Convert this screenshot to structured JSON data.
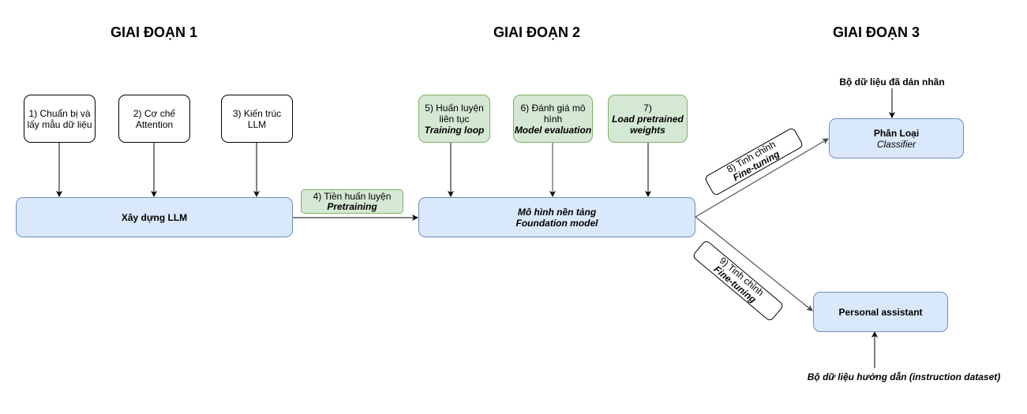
{
  "stages": [
    {
      "title": "GIAI ĐOẠN 1"
    },
    {
      "title": "GIAI ĐOẠN 2"
    },
    {
      "title": "GIAI ĐOẠN 3"
    }
  ],
  "stage1": {
    "inputs": [
      {
        "line1": "1) Chuẩn bị và",
        "line2": "lấy mẫu dữ liệu"
      },
      {
        "line1": "2) Cơ chế",
        "line2": "Attention"
      },
      {
        "line1": "3) Kiến trúc",
        "line2": "LLM"
      }
    ],
    "main_box": "Xây dựng LLM"
  },
  "pretraining_edge": {
    "line1": "4) Tiền huấn luyện",
    "line2": "Pretraining"
  },
  "stage2": {
    "inputs": [
      {
        "line1": "5) Huấn luyện",
        "line2": "liên tục",
        "line3": "Training loop"
      },
      {
        "line1": "6) Đánh giá mô",
        "line2": "hình",
        "line3": "Model evaluation"
      },
      {
        "line1": "7)",
        "line2": "Load pretrained",
        "line3": "weights"
      }
    ],
    "main_box": {
      "line1": "Mô hình nền tảng",
      "line2": "Foundation model"
    }
  },
  "stage3": {
    "edges": [
      {
        "line1": "8) Tinh chỉnh",
        "line2": "Fine-tuning"
      },
      {
        "line1": "9) Tinh chỉnh",
        "line2": "Fine-tuning"
      }
    ],
    "classifier": {
      "line1": "Phân Loại",
      "line2": "Classifier"
    },
    "classifier_input": "Bộ dữ liệu đã dán nhãn",
    "assistant": "Personal assistant",
    "assistant_input": "Bộ dữ liệu hướng dẫn (instruction dataset)"
  },
  "colors": {
    "blue_fill": "#dae8fc",
    "blue_stroke": "#6c8ebf",
    "green_fill": "#d5e8d4",
    "green_stroke": "#82b366"
  }
}
